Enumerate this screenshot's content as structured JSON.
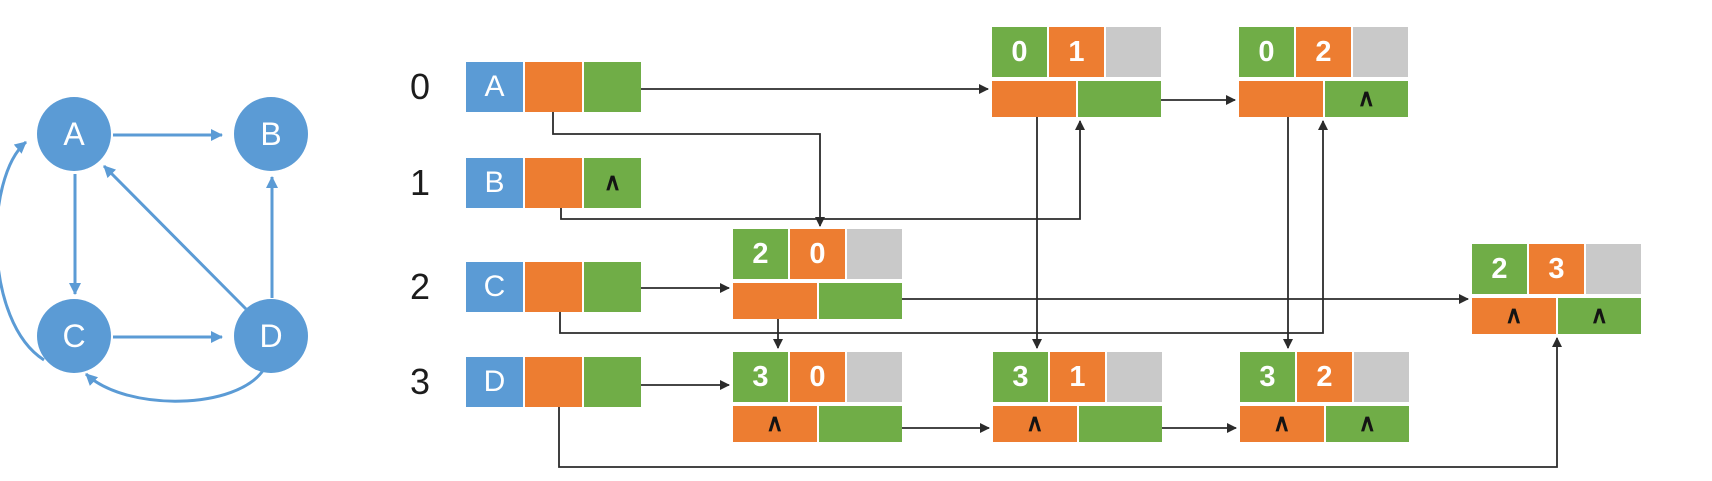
{
  "colors": {
    "node_blue": "#5B9BD5",
    "pointer_orange": "#ED7D31",
    "pointer_green": "#70AD47",
    "empty_gray": "#C9C9C9",
    "connector_black": "#2b2b2b"
  },
  "null_symbol": "∧",
  "graph": {
    "nodes": [
      {
        "id": "A",
        "label": "A"
      },
      {
        "id": "B",
        "label": "B"
      },
      {
        "id": "C",
        "label": "C"
      },
      {
        "id": "D",
        "label": "D"
      }
    ],
    "edges": [
      {
        "from": "A",
        "to": "B"
      },
      {
        "from": "A",
        "to": "C"
      },
      {
        "from": "C",
        "to": "A"
      },
      {
        "from": "C",
        "to": "D"
      },
      {
        "from": "D",
        "to": "A"
      },
      {
        "from": "D",
        "to": "B"
      },
      {
        "from": "D",
        "to": "C"
      }
    ]
  },
  "vertex_list": [
    {
      "index": "0",
      "data": "A",
      "firstin": "arc-2-0",
      "firstout": "arc-0-1",
      "firstin_label": "",
      "firstout_label": ""
    },
    {
      "index": "1",
      "data": "B",
      "firstin": "arc-0-1",
      "firstout": null,
      "firstin_label": "",
      "firstout_label": "∧"
    },
    {
      "index": "2",
      "data": "C",
      "firstin": "arc-0-2",
      "firstout": "arc-2-0",
      "firstin_label": "",
      "firstout_label": ""
    },
    {
      "index": "3",
      "data": "D",
      "firstin": "arc-2-3",
      "firstout": "arc-3-0",
      "firstin_label": "",
      "firstout_label": ""
    }
  ],
  "arc_nodes": [
    {
      "id": "arc-0-1",
      "tail": "0",
      "head": "1",
      "hlink": "arc-3-1",
      "tlink": "arc-0-2",
      "hlink_label": "",
      "tlink_label": ""
    },
    {
      "id": "arc-0-2",
      "tail": "0",
      "head": "2",
      "hlink": "arc-3-2",
      "tlink": null,
      "hlink_label": "",
      "tlink_label": "∧"
    },
    {
      "id": "arc-2-0",
      "tail": "2",
      "head": "0",
      "hlink": "arc-3-0",
      "tlink": "arc-2-3",
      "hlink_label": "",
      "tlink_label": ""
    },
    {
      "id": "arc-2-3",
      "tail": "2",
      "head": "3",
      "hlink": null,
      "tlink": null,
      "hlink_label": "∧",
      "tlink_label": "∧"
    },
    {
      "id": "arc-3-0",
      "tail": "3",
      "head": "0",
      "hlink": null,
      "tlink": "arc-3-1",
      "hlink_label": "∧",
      "tlink_label": ""
    },
    {
      "id": "arc-3-1",
      "tail": "3",
      "head": "1",
      "hlink": null,
      "tlink": "arc-3-2",
      "hlink_label": "∧",
      "tlink_label": ""
    },
    {
      "id": "arc-3-2",
      "tail": "3",
      "head": "2",
      "hlink": null,
      "tlink": null,
      "hlink_label": "∧",
      "tlink_label": "∧"
    }
  ]
}
